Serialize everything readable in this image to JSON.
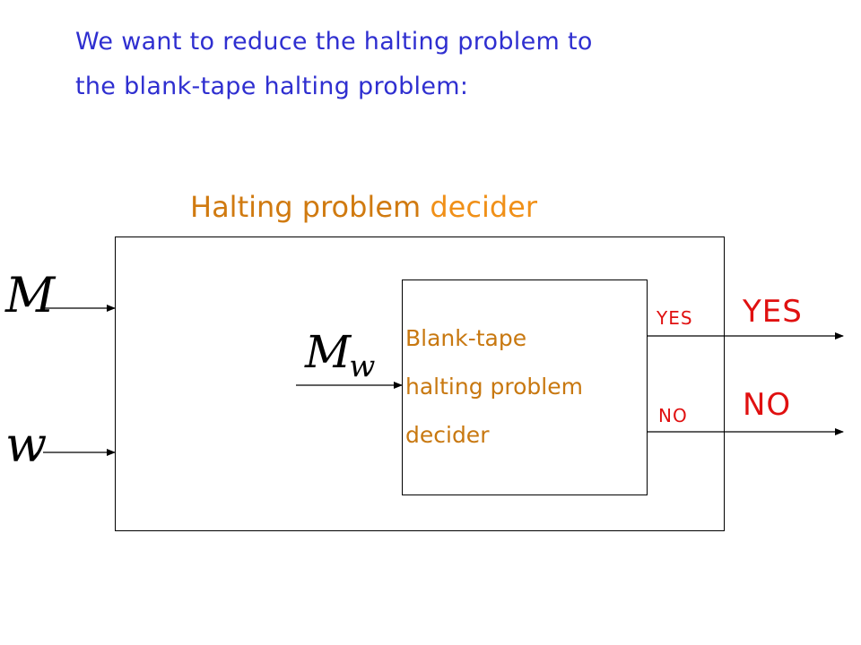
{
  "intro": {
    "line1": "We want to reduce the halting problem to",
    "line2": "the blank-tape halting problem:"
  },
  "outer_box": {
    "title_a": "Halting problem",
    "title_b": "decider"
  },
  "inputs": {
    "m": "M",
    "w": "w"
  },
  "inner_box": {
    "input_base": "M",
    "input_sub": "w",
    "line1": "Blank-tape",
    "line2": "halting problem",
    "line3": "decider"
  },
  "outputs": {
    "inner_yes": "YES",
    "inner_no": "NO",
    "final_yes": "YES",
    "final_no": "NO"
  },
  "colors": {
    "intro_text": "#2f2fd0",
    "title_dark": "#d07a10",
    "title_light": "#f09018",
    "inner_text": "#c87810",
    "output_text": "#e01010"
  }
}
